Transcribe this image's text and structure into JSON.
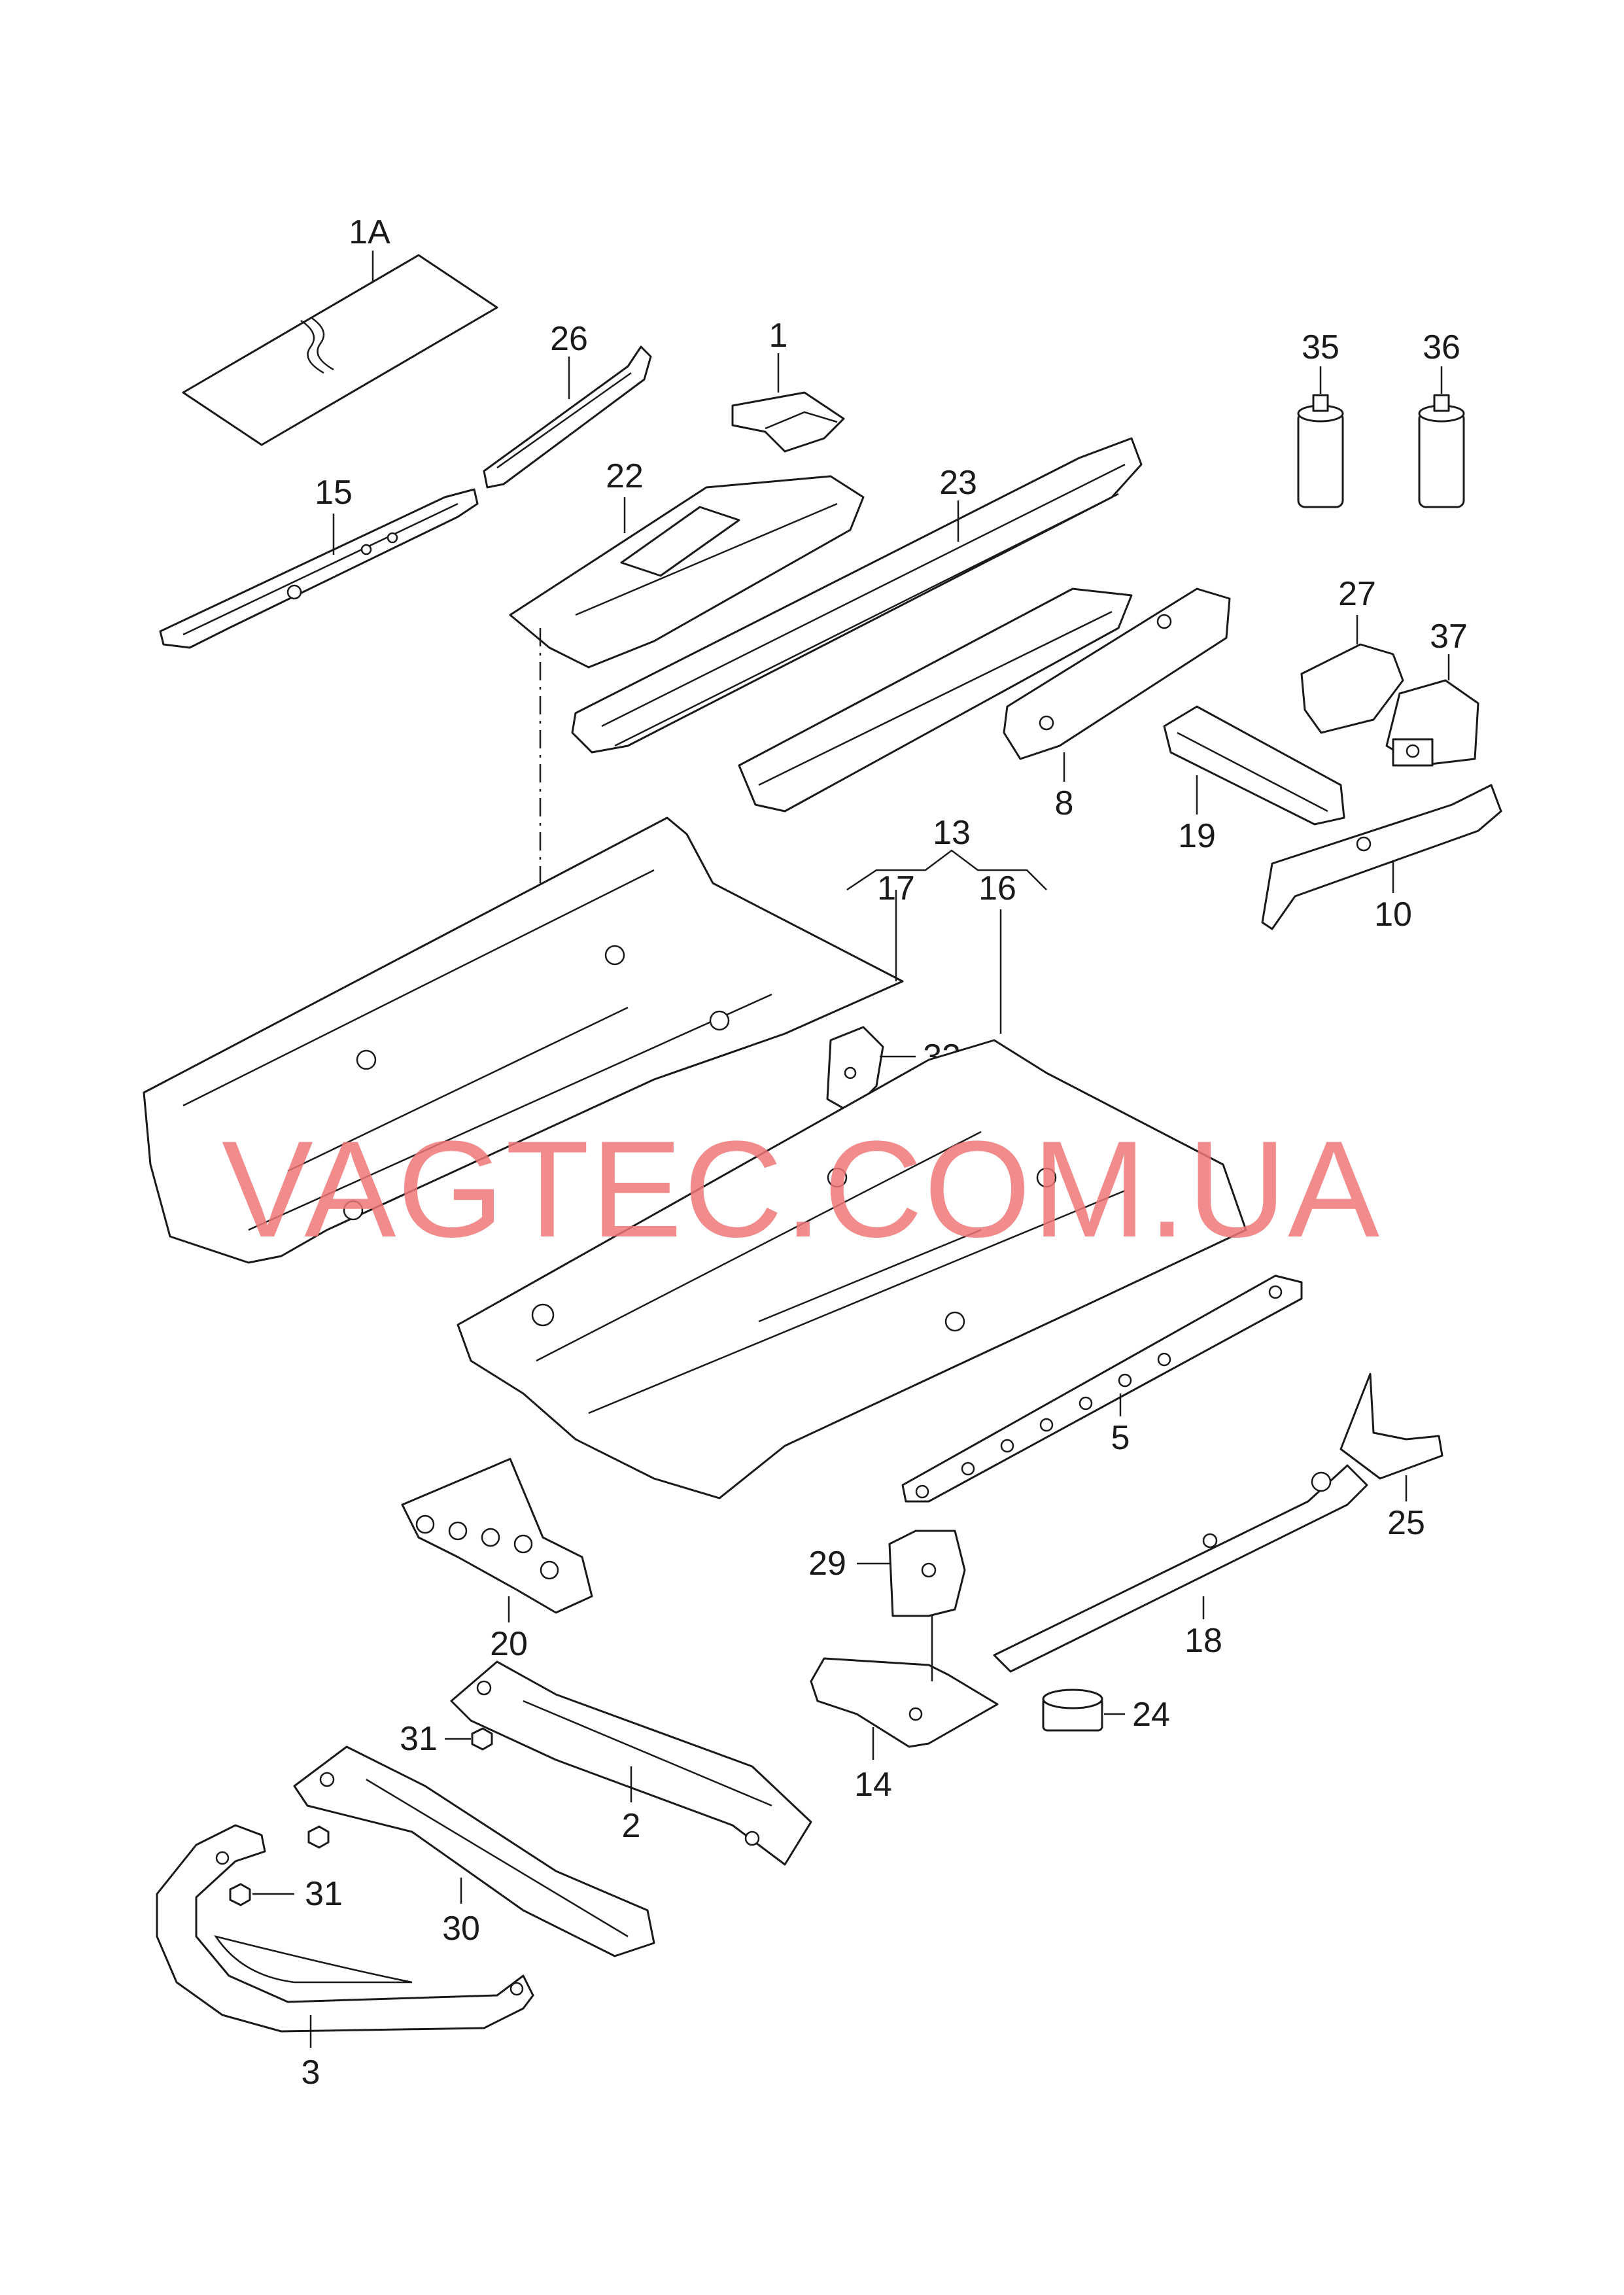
{
  "watermark": "VAGTEC.COM.UA",
  "colors": {
    "line": "#1a1a1a",
    "watermark": "#f07878",
    "background": "#ffffff"
  },
  "labels": {
    "p1A": "1A",
    "p26": "26",
    "p1": "1",
    "p35": "35",
    "p36": "36",
    "p15": "15",
    "p22": "22",
    "p23": "23",
    "p27": "27",
    "p37": "37",
    "p8": "8",
    "p19": "19",
    "p10": "10",
    "p13": "13",
    "p17": "17",
    "p16": "16",
    "p32": "32",
    "p5": "5",
    "p25": "25",
    "p29": "29",
    "p20": "20",
    "p18": "18",
    "p31a": "31",
    "p24": "24",
    "p14": "14",
    "p2": "2",
    "p31b": "31",
    "p30": "30",
    "p3": "3"
  }
}
